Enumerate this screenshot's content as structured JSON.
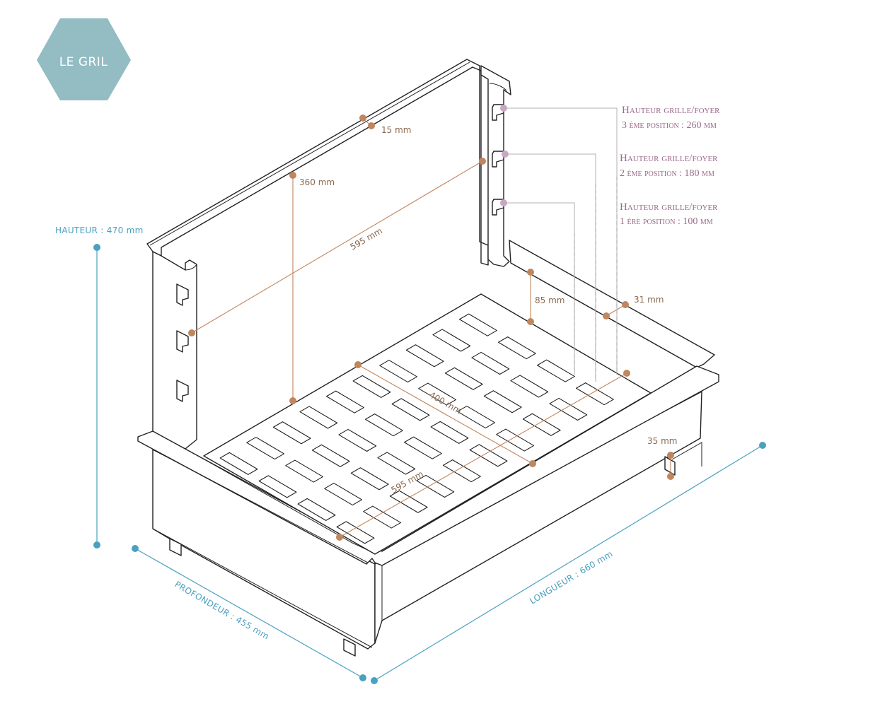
{
  "badge": {
    "label": "LE GRIL",
    "color": "#93bcc3"
  },
  "colors": {
    "accent_dim": "#c0865e",
    "overall_dim": "#4aa0bf",
    "position_dim": "#9b6a8c",
    "line": "#222222"
  },
  "dimensions": {
    "top_rim": "15 mm",
    "wall_height": "360 mm",
    "width_top": "595 mm",
    "grate_depth": "400 mm",
    "grate_width": "595 mm",
    "rail_height": "85 mm",
    "rail_width": "31 mm",
    "lip": "35 mm"
  },
  "overall": {
    "height": "HAUTEUR : 470 mm",
    "depth": "PROFONDEUR : 455 mm",
    "length": "LONGUEUR : 660 mm"
  },
  "positions": [
    {
      "title": "Hauteur grille/foyer",
      "value": "3 ème position : 260 mm"
    },
    {
      "title": "Hauteur grille/foyer",
      "value": "2 ème position : 180 mm"
    },
    {
      "title": "Hauteur grille/foyer",
      "value": "1 ère position : 100 mm"
    }
  ]
}
